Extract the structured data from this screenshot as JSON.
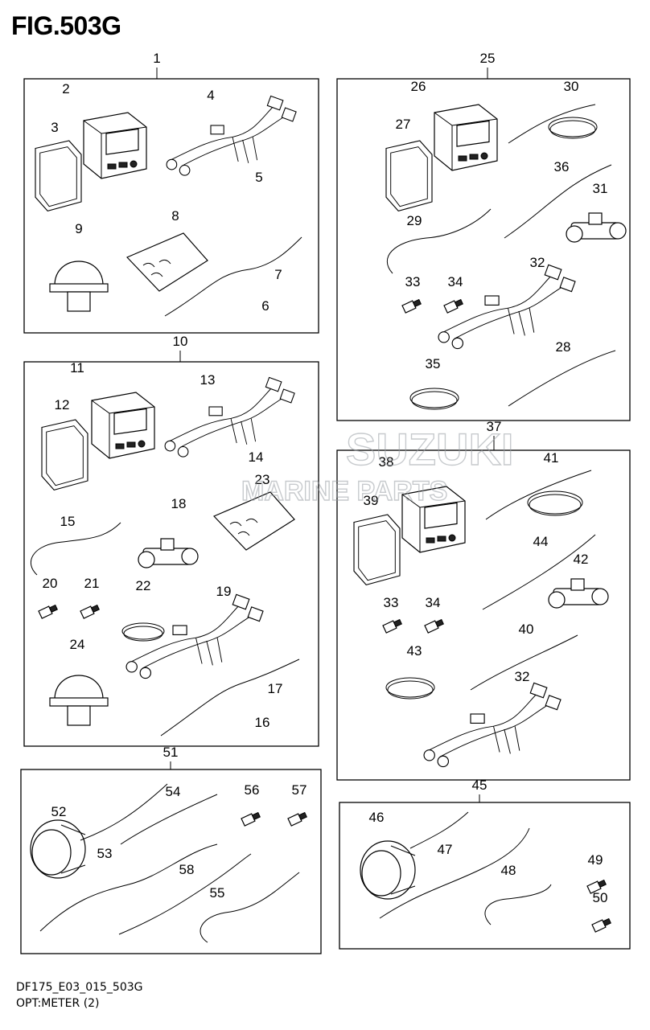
{
  "figure": {
    "title": "FIG.503G",
    "code": "DF175_E03_015_503G",
    "caption": "OPT:METER (2)"
  },
  "watermark": {
    "line1": "SUZUKI",
    "line2": "MARINE PARTS"
  },
  "groups": [
    {
      "id": "1",
      "parts": [
        "2",
        "3",
        "4",
        "5",
        "6",
        "7",
        "8",
        "9"
      ]
    },
    {
      "id": "10",
      "parts": [
        "11",
        "12",
        "13",
        "14",
        "15",
        "16",
        "17",
        "18",
        "19",
        "20",
        "21",
        "22",
        "23",
        "24"
      ]
    },
    {
      "id": "25",
      "parts": [
        "26",
        "27",
        "28",
        "29",
        "30",
        "31",
        "32",
        "33",
        "34",
        "35",
        "36"
      ]
    },
    {
      "id": "37",
      "parts": [
        "32",
        "33",
        "34",
        "38",
        "39",
        "40",
        "41",
        "42",
        "43",
        "44"
      ]
    },
    {
      "id": "45",
      "parts": [
        "46",
        "47",
        "48",
        "49",
        "50"
      ]
    },
    {
      "id": "51",
      "parts": [
        "52",
        "53",
        "54",
        "55",
        "56",
        "57",
        "58"
      ]
    }
  ]
}
